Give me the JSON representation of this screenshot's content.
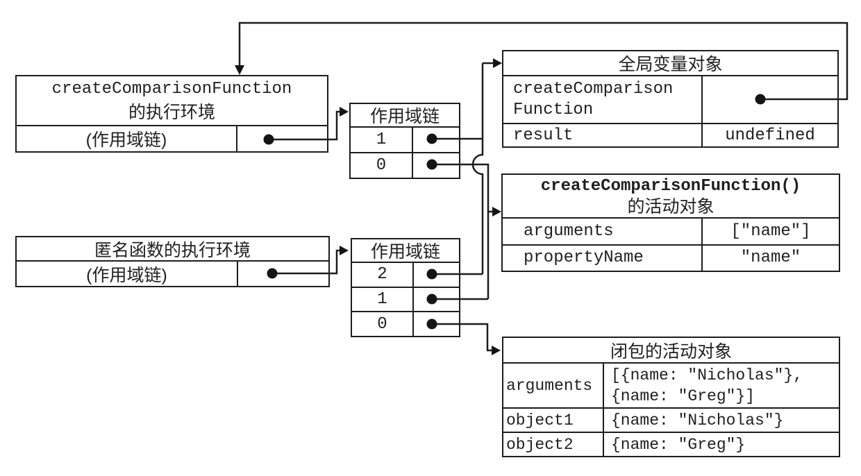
{
  "diagram": {
    "colors": {
      "line": "#1c1c1c",
      "background": "#ffffff",
      "text": "#1f1f1f"
    },
    "exec_context_ccf": {
      "title_code": "createComparisonFunction",
      "title_cjk": "的执行环境",
      "scope_row_label": "(作用域链)"
    },
    "scope_chain_top": {
      "title": "作用域链",
      "slots": [
        "1",
        "0"
      ]
    },
    "global_object": {
      "title": "全局变量对象",
      "rows": [
        {
          "key_line1": "createComparison",
          "key_line2": "Function",
          "value": ""
        },
        {
          "key": "result",
          "value": "undefined"
        }
      ]
    },
    "activation_object_ccf": {
      "title_code": "createComparisonFunction()",
      "title_cjk": "的活动对象",
      "rows": [
        {
          "key": "arguments",
          "value": "[\"name\"]"
        },
        {
          "key": "propertyName",
          "value": "\"name\""
        }
      ]
    },
    "exec_context_anon": {
      "title": "匿名函数的执行环境",
      "scope_row_label": "(作用域链)"
    },
    "scope_chain_bottom": {
      "title": "作用域链",
      "slots": [
        "2",
        "1",
        "0"
      ]
    },
    "activation_object_closure": {
      "title": "闭包的活动对象",
      "rows": [
        {
          "key": "arguments",
          "value_line1": "[{name: \"Nicholas\"},",
          "value_line2": "{name: \"Greg\"}]"
        },
        {
          "key": "object1",
          "value": "{name: \"Nicholas\"}"
        },
        {
          "key": "object2",
          "value": "{name: \"Greg\"}"
        }
      ]
    }
  }
}
